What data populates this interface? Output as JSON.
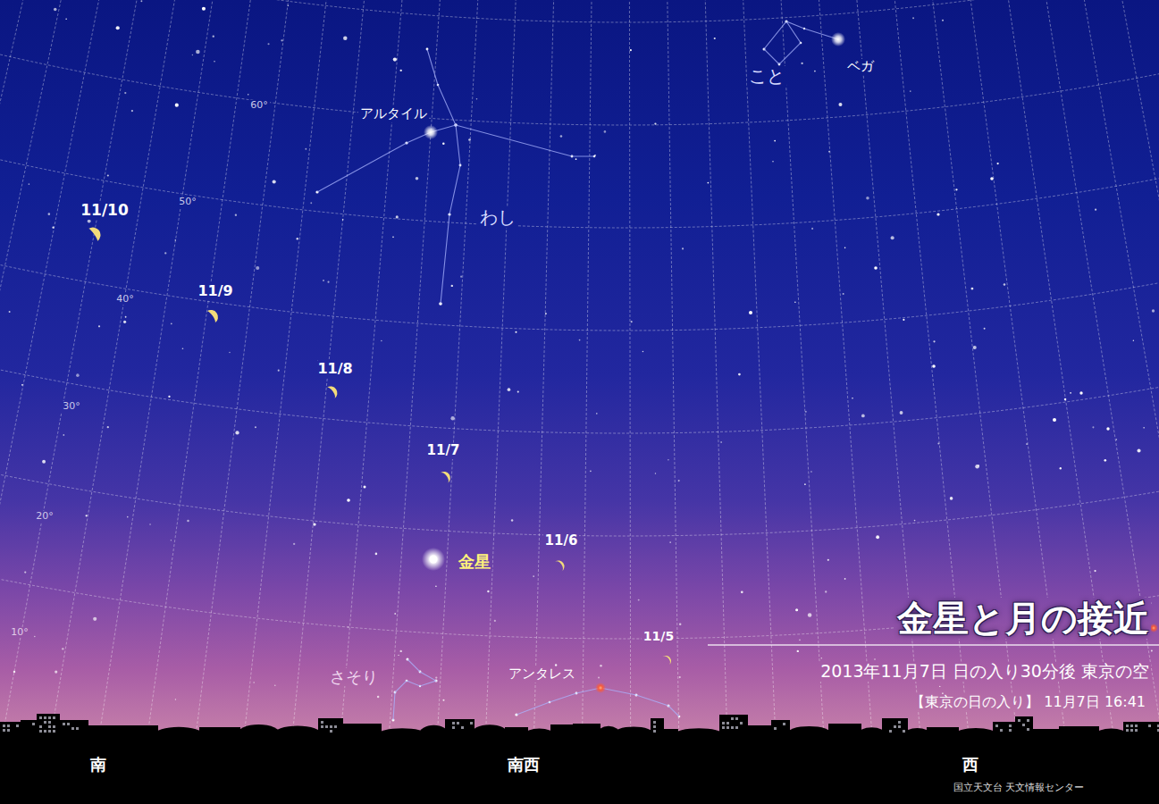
{
  "diagram": {
    "title": "金星と月の接近",
    "caption": "2013年11月7日 日の入り30分後 東京の空",
    "labels": [
      "60°",
      "50°",
      "40°",
      "30°",
      "20°",
      "10°",
      "アルタイル",
      "わし",
      "こと",
      "ベガ",
      "11/10",
      "11/9",
      "11/8",
      "11/7",
      "11/6",
      "11/5",
      "金星",
      "さそり",
      "アンタレス",
      "【東京の日の入り】 11月7日 16:41",
      "南",
      "南西",
      "西",
      "国立天文台 天文情報センター"
    ]
  }
}
